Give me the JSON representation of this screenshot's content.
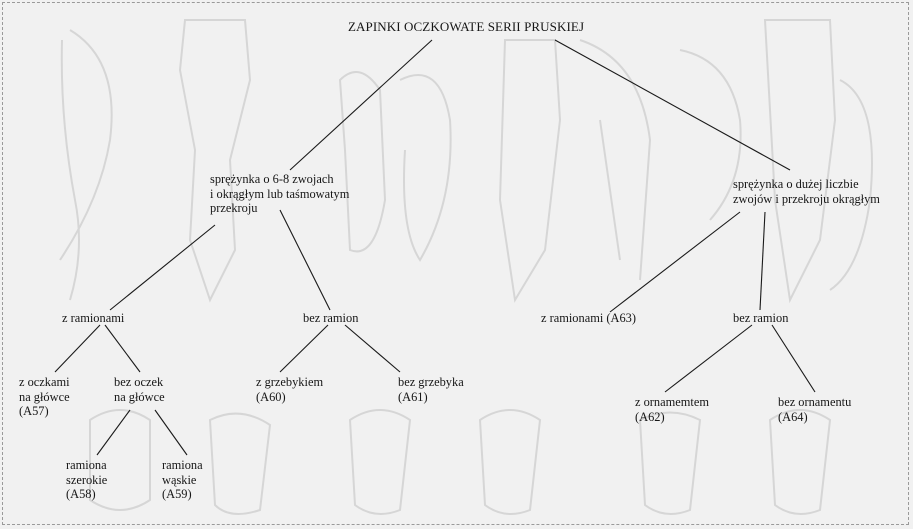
{
  "diagram": {
    "title": "ZAPINKI OCZKOWATE SERII PRUSKIEJ",
    "nodes": {
      "spring_small": "sprężynka o 6-8 zwojach\ni okrągłym lub taśmowatym\nprzekroju",
      "spring_large": "sprężynka o dużej liczbie\nzwojów i przekroju okrągłym",
      "with_arms": "z ramionami",
      "without_arms": "bez ramion",
      "with_arms_a63": "z ramionami (A63)",
      "without_arms_right": "bez ramion",
      "eyes_on_head": "z oczkami\nna główce\n(A57)",
      "no_eyes_on_head": "bez oczek\nna główce",
      "with_comb": "z grzebykiem\n(A60)",
      "without_comb": "bez grzebyka\n(A61)",
      "with_ornament": "z ornamemtem\n(A62)",
      "without_ornament": "bez ornamentu\n(A64)",
      "wide_arms": "ramiona\nszerokie\n(A58)",
      "narrow_arms": "ramiona\nwąskie\n(A59)"
    }
  },
  "colors": {
    "background": "#f1f1f1",
    "text": "#161616",
    "lines": "#1a1a1a",
    "sketch": "#d7d7d7"
  }
}
